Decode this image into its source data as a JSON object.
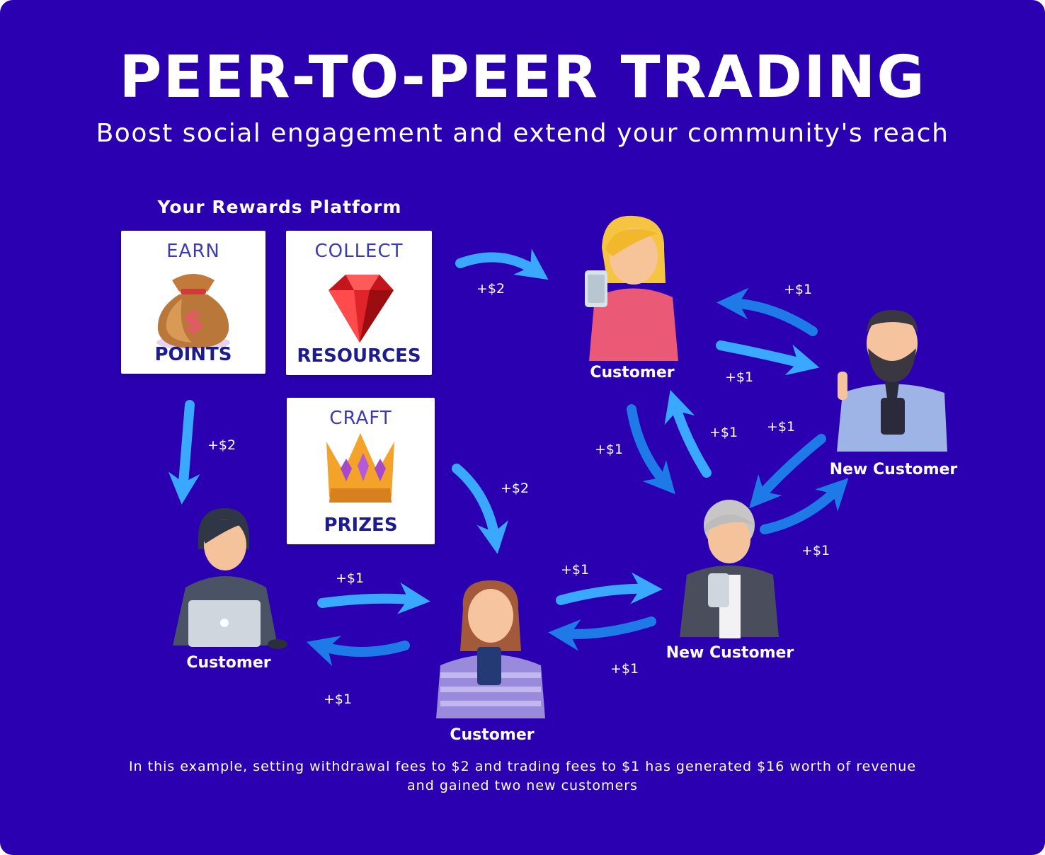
{
  "title": "PEER-TO-PEER TRADING",
  "subtitle": "Boost social engagement and extend your community's reach",
  "platform": {
    "title": "Your Rewards Platform",
    "cards": [
      {
        "top": "EARN",
        "bottom": "POINTS",
        "icon": "money-bag-icon"
      },
      {
        "top": "COLLECT",
        "bottom": "RESOURCES",
        "icon": "ruby-gem-icon"
      },
      {
        "top": "CRAFT",
        "bottom": "PRIZES",
        "icon": "crown-icon"
      }
    ]
  },
  "people": {
    "customer_blonde": "Customer",
    "customer_laptop": "Customer",
    "customer_phone": "Customer",
    "new_customer_elder": "New Customer",
    "new_customer_beard": "New Customer"
  },
  "fees": {
    "withdraw_collect": "+$2",
    "withdraw_earn": "+$2",
    "withdraw_craft": "+$2",
    "laptop_to_phone": "+$1",
    "phone_to_laptop": "+$1",
    "phone_to_elder": "+$1",
    "elder_to_phone": "+$1",
    "blonde_down": "+$1",
    "elder_up": "+$1",
    "beard_to_blonde": "+$1",
    "blonde_to_beard": "+$1",
    "beard_to_elder": "+$1",
    "elder_to_beard": "+$1"
  },
  "footnote": {
    "line1": "In this example, setting withdrawal fees to $2 and trading fees to $1 has generated $16 worth of revenue",
    "line2": "and gained two new customers"
  },
  "colors": {
    "background": "#2a00b0",
    "arrow_light": "#3aa8ff",
    "arrow_dark": "#1e7ae6",
    "card_text": "#1d1c8e"
  }
}
